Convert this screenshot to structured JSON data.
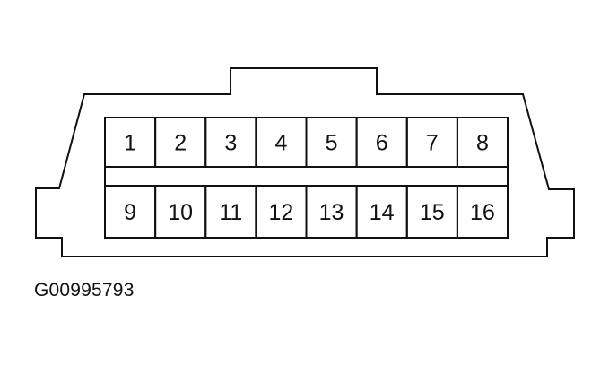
{
  "connector": {
    "colors": {
      "line": "#111111",
      "background": "#ffffff"
    },
    "rows": [
      {
        "pins": [
          "1",
          "2",
          "3",
          "4",
          "5",
          "6",
          "7",
          "8"
        ]
      },
      {
        "pins": [
          "9",
          "10",
          "11",
          "12",
          "13",
          "14",
          "15",
          "16"
        ]
      }
    ]
  },
  "figure": {
    "id": "G00995793"
  }
}
